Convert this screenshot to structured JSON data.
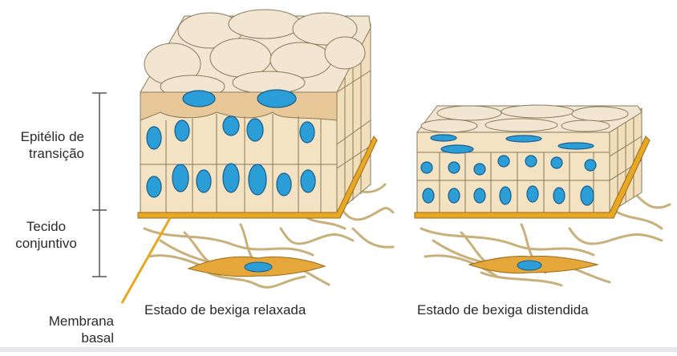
{
  "labels": {
    "epithelium": "Epitélio de transição",
    "connective": "Tecido conjuntivo",
    "membrane": "Membrana basal",
    "relaxed": "Estado de bexiga relaxada",
    "distended": "Estado de bexiga distendida"
  },
  "colors": {
    "cell_fill": "#f3e3c3",
    "cell_stroke": "#8a7a5a",
    "surface_cell": "#f2e6d2",
    "umbrella_cell": "#e8c898",
    "nucleus": "#2b9ed8",
    "nucleus_stroke": "#1b5c8a",
    "basement": "#e8a824",
    "fiber": "#c9b07a",
    "fibroblast": "#e5a63a",
    "bracket": "#555555"
  }
}
